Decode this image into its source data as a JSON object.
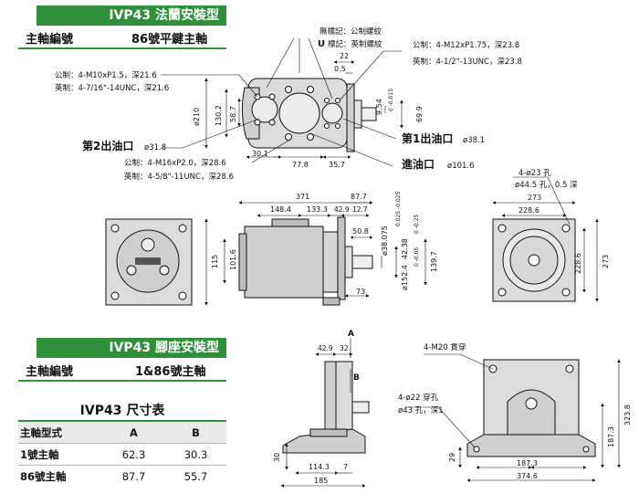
{
  "section1": {
    "banner_title": "IVP43 法蘭安裝型",
    "left_label": "主軸編號",
    "right_label": "86號平鍵主軸"
  },
  "section2": {
    "banner_title": "IVP43 腳座安裝型",
    "left_label": "主軸編號",
    "right_label": "1&86號主軸"
  },
  "dim_table": {
    "title": "IVP43 尺寸表",
    "headers": [
      "主軸型式",
      "A",
      "B"
    ],
    "rows": [
      {
        "type": "1號主軸",
        "a": "62.3",
        "b": "30.3"
      },
      {
        "type": "86號主軸",
        "a": "87.7",
        "b": "55.7"
      }
    ]
  },
  "top_drawing": {
    "thread_note_1": "無標記：公制螺紋",
    "thread_note_2_mark": "U",
    "thread_note_2": "標記：英制螺紋",
    "left_note_metric": "公制：4-M10xP1.5，深21.6",
    "left_note_imperial": "英制：4-7/16\"-14UNC，深21.6",
    "right_note_metric": "公制：4-M12xP1.75，深23.8",
    "right_note_imperial": "英制：4-1/2\"-13UNC，深23.8",
    "bottom_note_metric": "公制：4-M16xP2.0，深28.6",
    "bottom_note_imperial": "英制：4-5/8\"-11UNC，深28.6",
    "port2_label": "第2出油口",
    "port2_size": "ø31.8",
    "port1_label": "第1出油口",
    "port1_size": "ø38.1",
    "inlet_label": "進油口",
    "inlet_size": "ø101.6",
    "dims": {
      "d22": "22",
      "d0_5": "0.5",
      "d210": "ø210",
      "d130_2": "130.2",
      "d58_7": "58.7",
      "d30_1": "30.1",
      "d77_8": "77.8",
      "d35_7": "35.7",
      "d9_54": "9.54",
      "d9_54_tol": "0 -0.015",
      "d69_9": "69.9"
    }
  },
  "mid_drawing": {
    "holes_note_1": "4-ø23 孔",
    "holes_note_2": "ø44.5 孔，0.5 深",
    "dims": {
      "d371": "371",
      "d148_4": "148.4",
      "d133_3": "133.3",
      "d42_9": "42.9",
      "d12_7": "12.7",
      "d87_7": "87.7",
      "d50_8": "50.8",
      "d38_075": "ø38.075",
      "d38_075_tol": "0.025 -0.025",
      "d42_38": "42.38",
      "d42_38_tol": "0 -0.25",
      "d152_4": "ø152.4",
      "d152_4_tol": "0 -0.05",
      "d139_7": "139.7",
      "d73": "73",
      "d115": "115",
      "d101_6": "101.6",
      "d273_top": "273",
      "d228_6_top": "228.6",
      "d228_6_side": "228.6",
      "d273_side": "273"
    }
  },
  "bottom_drawing": {
    "bolt_note": "4-M20 貫穿",
    "hole_note_1": "4-ø22 穿孔",
    "hole_note_2": "ø43 孔，深1",
    "dims": {
      "a": "A",
      "b": "B",
      "d42_9": "42.9",
      "d32": "32",
      "d30": "30",
      "d114_3": "114.3",
      "d7": "7",
      "d185": "185",
      "d187_3_h": "187.3",
      "d374_6": "374.6",
      "d29": "29",
      "d187_3_v": "187.3",
      "d323_8": "323.8"
    }
  }
}
